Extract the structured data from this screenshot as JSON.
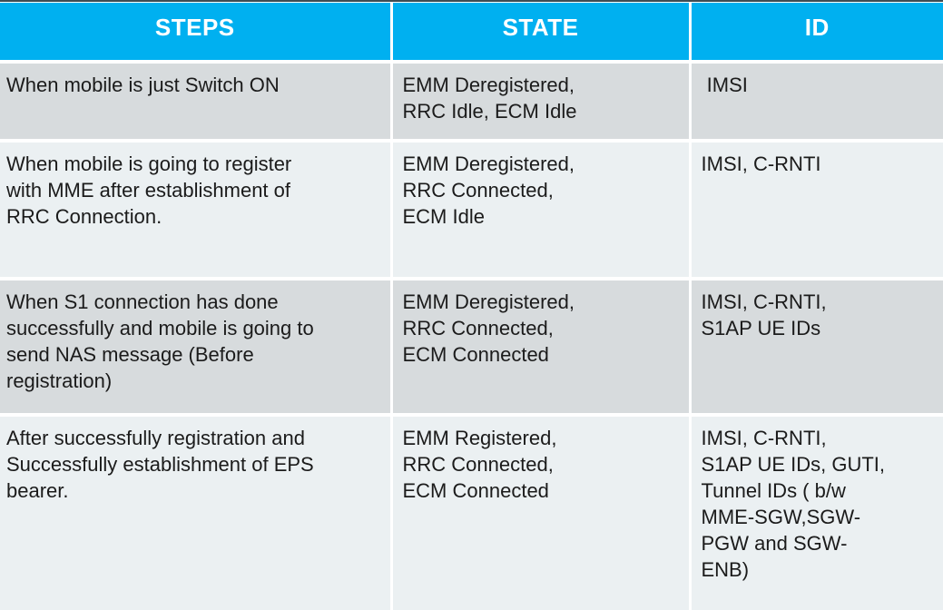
{
  "table": {
    "columns": [
      {
        "key": "steps",
        "label": "STEPS"
      },
      {
        "key": "state",
        "label": "STATE"
      },
      {
        "key": "id",
        "label": "ID"
      }
    ],
    "style": {
      "header_bg": "#00B0F0",
      "header_text_color": "#FFFFFF",
      "row_bg_odd": "#D7DBDD",
      "row_bg_even": "#EBF0F2",
      "divider_color": "#FFFFFF",
      "top_border_color": "#3E4C54",
      "body_text_color": "#1B1B1B"
    },
    "rows": [
      {
        "steps": "When mobile is just Switch ON",
        "state": "EMM Deregistered,\nRRC Idle, ECM Idle",
        "id": " IMSI"
      },
      {
        "steps": "When mobile is going to register\nwith MME after establishment of\nRRC Connection.",
        "state": "EMM Deregistered,\nRRC Connected,\nECM Idle",
        "id": "IMSI, C-RNTI"
      },
      {
        "steps": "When S1 connection has done\nsuccessfully and mobile is going to\nsend NAS message (Before\nregistration)",
        "state": "EMM Deregistered,\nRRC Connected,\nECM Connected",
        "id": "IMSI, C-RNTI,\nS1AP UE IDs"
      },
      {
        "steps": "After successfully registration and\nSuccessfully establishment of EPS\nbearer.",
        "state": "EMM Registered,\nRRC Connected,\nECM Connected",
        "id": "IMSI, C-RNTI,\nS1AP UE IDs, GUTI,\nTunnel IDs ( b/w\nMME-SGW,SGW-\nPGW and SGW-\nENB)"
      }
    ]
  }
}
